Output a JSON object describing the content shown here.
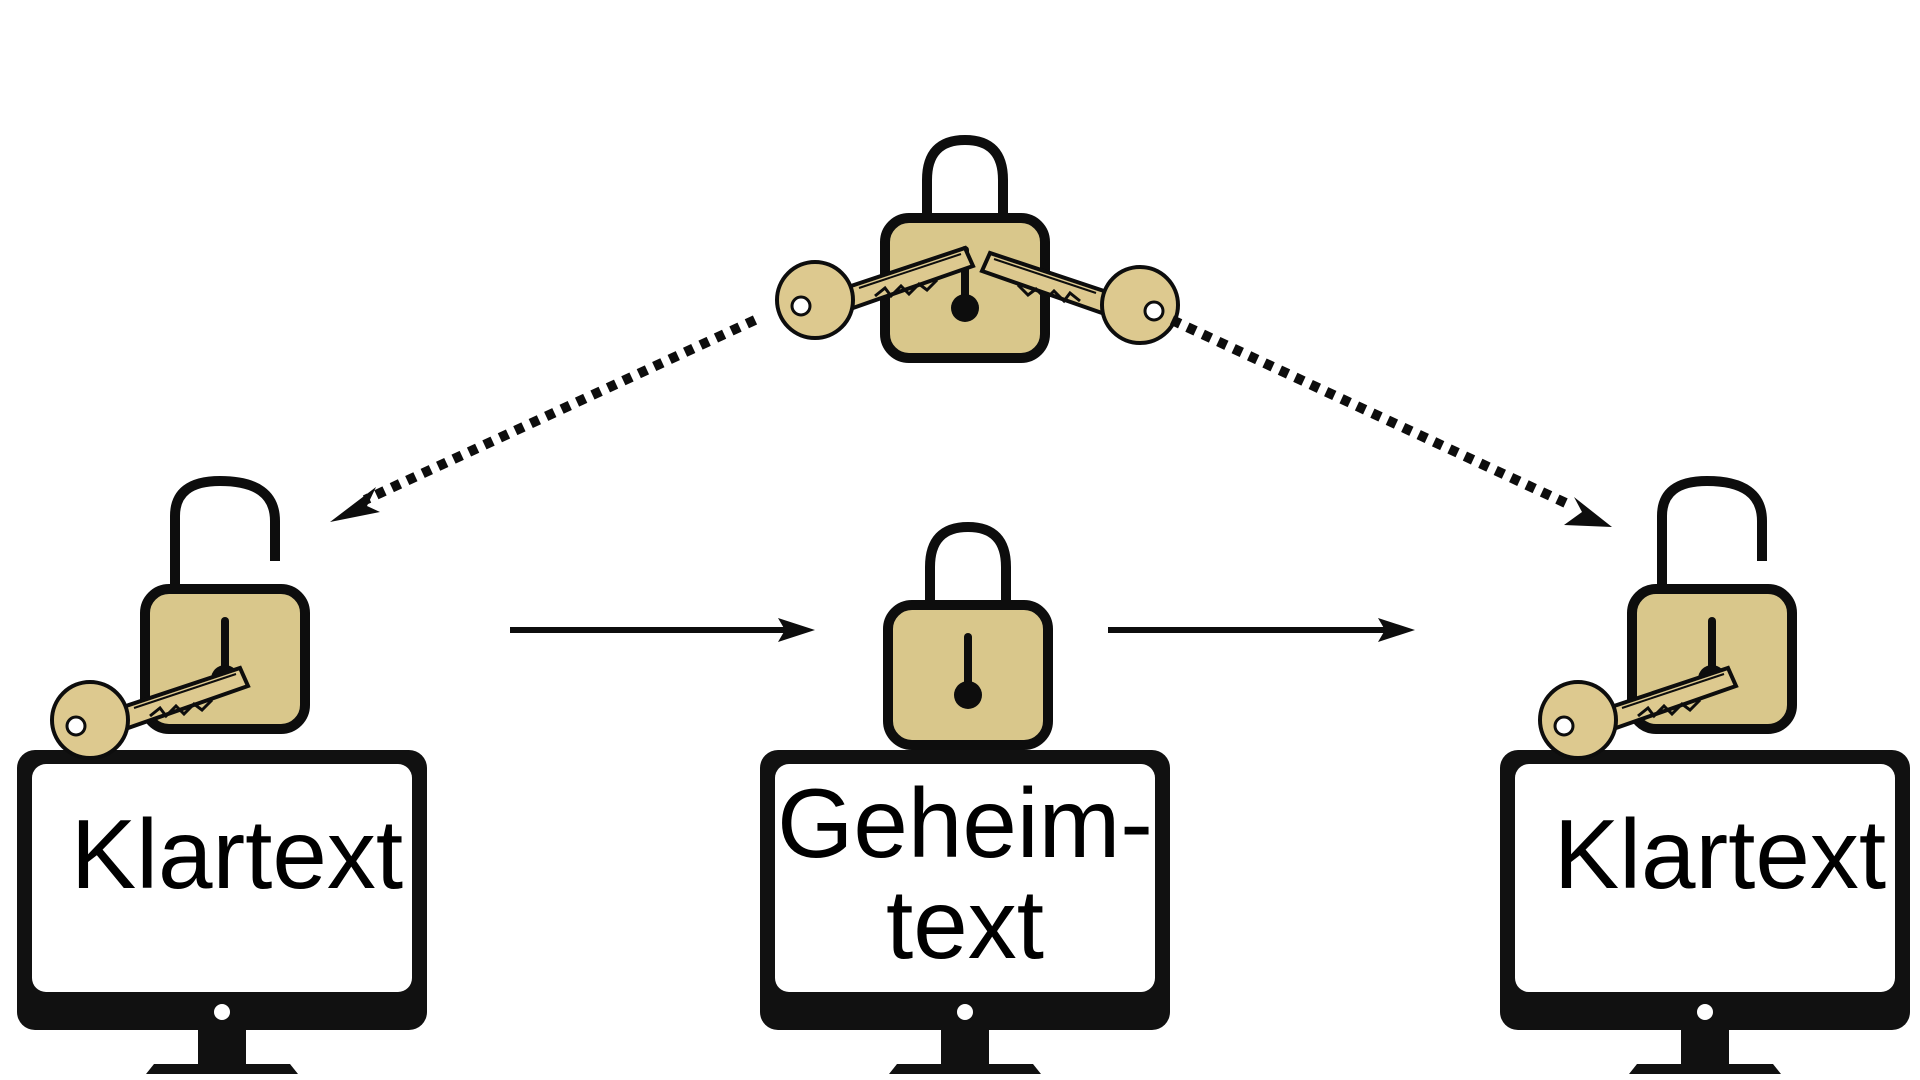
{
  "nodes": {
    "sender": {
      "text_lines": [
        "Klartext"
      ]
    },
    "channel": {
      "text_lines": [
        "Geheim-",
        "text"
      ]
    },
    "receiver": {
      "text_lines": [
        "Klartext"
      ]
    }
  },
  "colors": {
    "lock_fill": "#d9c78b",
    "outline": "#0d0d0d",
    "key_fill": "#ddc98f",
    "monitor": "#111111",
    "screen": "#ffffff"
  },
  "icons": {
    "shared_key": "padlock-with-two-keys-icon",
    "sender": "open-padlock-with-key-icon",
    "channel": "closed-padlock-icon",
    "receiver": "open-padlock-with-key-icon",
    "display": "monitor-icon"
  }
}
